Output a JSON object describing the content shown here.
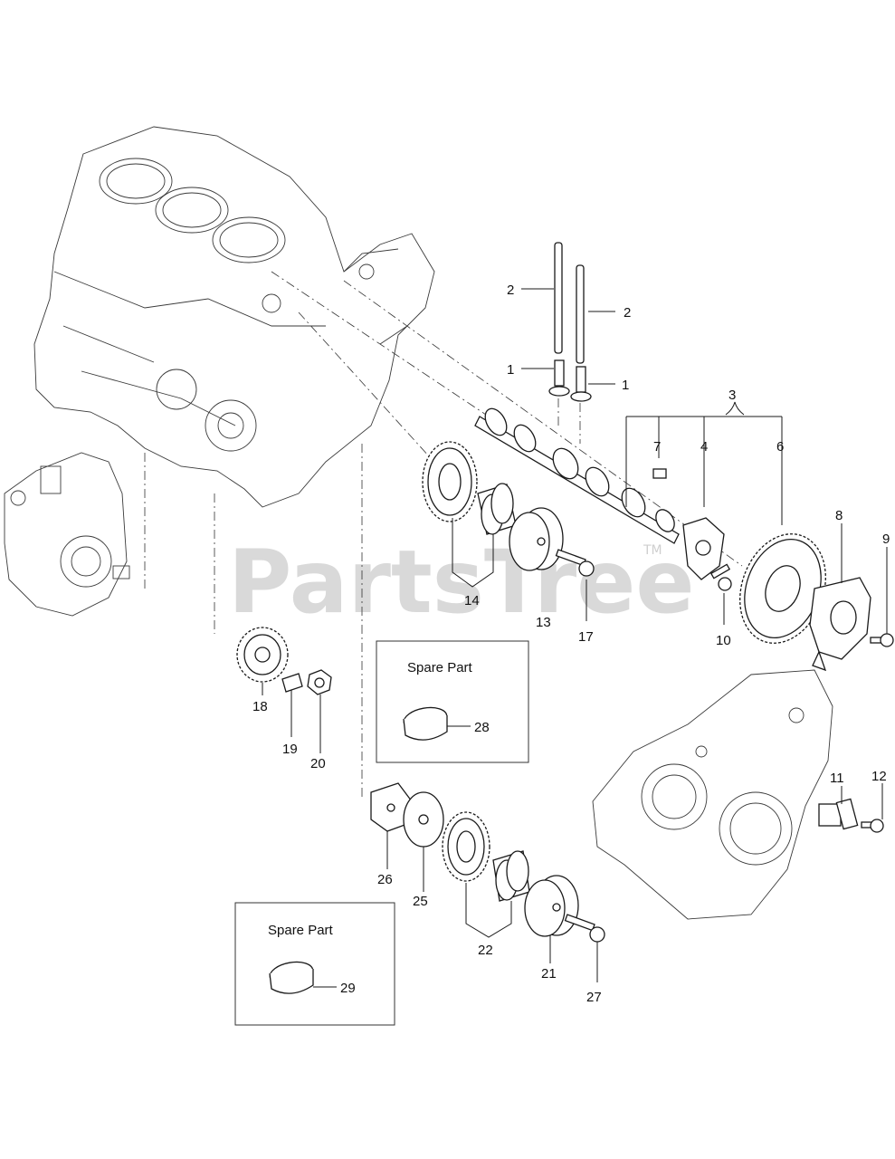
{
  "watermark": {
    "text": "PartsTree",
    "trademark": "TM"
  },
  "spare_boxes": [
    {
      "title": "Spare Part",
      "callout": "28"
    },
    {
      "title": "Spare Part",
      "callout": "29"
    }
  ],
  "callouts": [
    "1",
    "1",
    "2",
    "2",
    "3",
    "4",
    "6",
    "7",
    "8",
    "9",
    "10",
    "11",
    "12",
    "13",
    "14",
    "17",
    "18",
    "19",
    "20",
    "21",
    "22",
    "25",
    "26",
    "27"
  ]
}
